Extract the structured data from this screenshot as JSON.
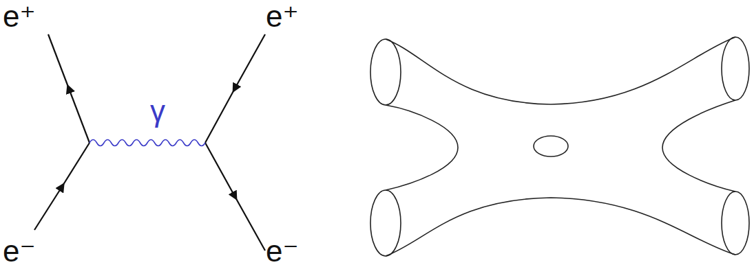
{
  "diagram": {
    "labels": [
      "e⁺",
      "γ",
      "e⁺",
      "e⁻",
      "e⁻"
    ]
  }
}
